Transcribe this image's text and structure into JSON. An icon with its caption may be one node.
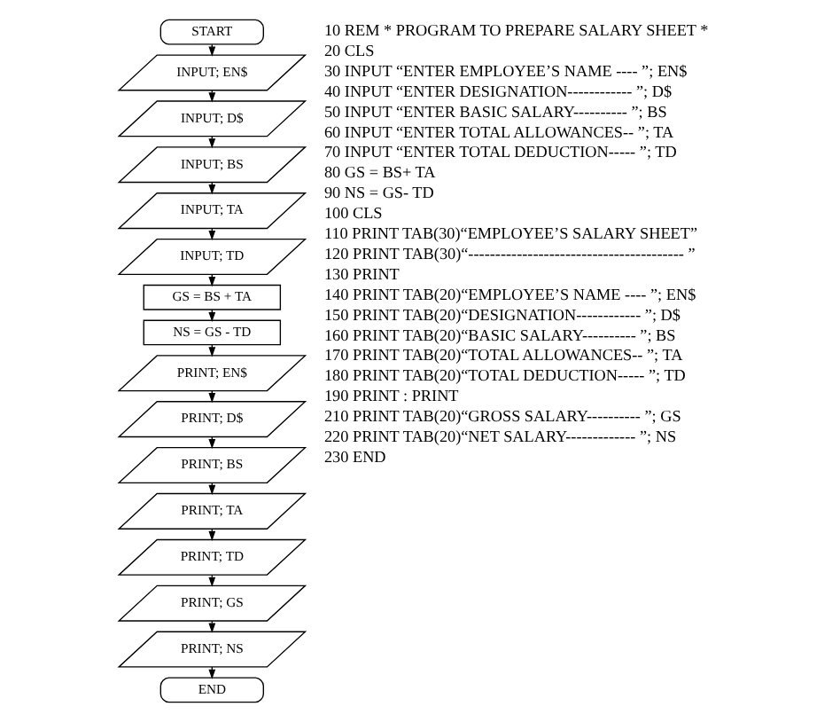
{
  "diagram": {
    "nodes": [
      {
        "text": [
          "START"
        ]
      },
      {
        "text": [
          "INPUT; EN$"
        ]
      },
      {
        "text": [
          "INPUT; D$"
        ]
      },
      {
        "text": [
          "INPUT; BS"
        ]
      },
      {
        "text": [
          "INPUT; TA"
        ]
      },
      {
        "text": [
          "INPUT; TD"
        ]
      },
      {
        "text": [
          "GS = BS + TA"
        ]
      },
      {
        "text": [
          "NS = GS - TD"
        ]
      },
      {
        "text": [
          "PRINT; EN$"
        ]
      },
      {
        "text": [
          "PRINT; D$"
        ]
      },
      {
        "text": [
          "PRINT; BS"
        ]
      },
      {
        "text": [
          "PRINT; TA"
        ]
      },
      {
        "text": [
          "PRINT; TD"
        ]
      },
      {
        "text": [
          "PRINT; GS"
        ]
      },
      {
        "text": [
          "PRINT; NS"
        ]
      },
      {
        "text": [
          "END"
        ]
      }
    ],
    "edges": [
      {
        "from": 0,
        "to": 1,
        "arrow": "to"
      },
      {
        "from": 1,
        "to": 2,
        "arrow": "to"
      },
      {
        "from": 2,
        "to": 3,
        "arrow": "to"
      },
      {
        "from": 3,
        "to": 4,
        "arrow": "to"
      },
      {
        "from": 4,
        "to": 5,
        "arrow": "to"
      },
      {
        "from": 5,
        "to": 6,
        "arrow": "to"
      },
      {
        "from": 6,
        "to": 7,
        "arrow": "to"
      },
      {
        "from": 7,
        "to": 8,
        "arrow": "to"
      },
      {
        "from": 8,
        "to": 9,
        "arrow": "to"
      },
      {
        "from": 9,
        "to": 10,
        "arrow": "to"
      },
      {
        "from": 10,
        "to": 11,
        "arrow": "to"
      },
      {
        "from": 11,
        "to": 12,
        "arrow": "to"
      },
      {
        "from": 12,
        "to": 13,
        "arrow": "to"
      },
      {
        "from": 13,
        "to": 14,
        "arrow": "to"
      },
      {
        "from": 14,
        "to": 15,
        "arrow": "to"
      }
    ],
    "labels": [
      "10 REM * PROGRAM TO PREPARE SALARY SHEET *",
      "20 CLS",
      "30 INPUT “ENTER EMPLOYEE’S NAME ---- ”; EN$",
      "40 INPUT “ENTER DESIGNATION------------ ”; D$",
      "50 INPUT “ENTER BASIC SALARY---------- ”; BS",
      "60 INPUT “ENTER TOTAL ALLOWANCES-- ”; TA",
      "70 INPUT “ENTER TOTAL DEDUCTION----- ”; TD",
      "80 GS = BS+ TA",
      "90 NS = GS- TD",
      "100 CLS",
      "110 PRINT TAB(30)“EMPLOYEE’S SALARY SHEET”",
      "120 PRINT TAB(30)“---------------------------------------- ”",
      "130 PRINT",
      "140 PRINT TAB(20)“EMPLOYEE’S NAME ---- ”; EN$",
      "150 PRINT TAB(20)“DESIGNATION------------ ”; D$",
      "160 PRINT TAB(20)“BASIC SALARY---------- ”; BS",
      "170 PRINT TAB(20)“TOTAL ALLOWANCES-- ”; TA",
      "180 PRINT TAB(20)“TOTAL DEDUCTION----- ”; TD",
      "190 PRINT : PRINT",
      "210 PRINT TAB(20)“GROSS SALARY---------- ”; GS",
      "220 PRINT TAB(20)“NET SALARY------------- ”; NS",
      "230 END"
    ]
  }
}
